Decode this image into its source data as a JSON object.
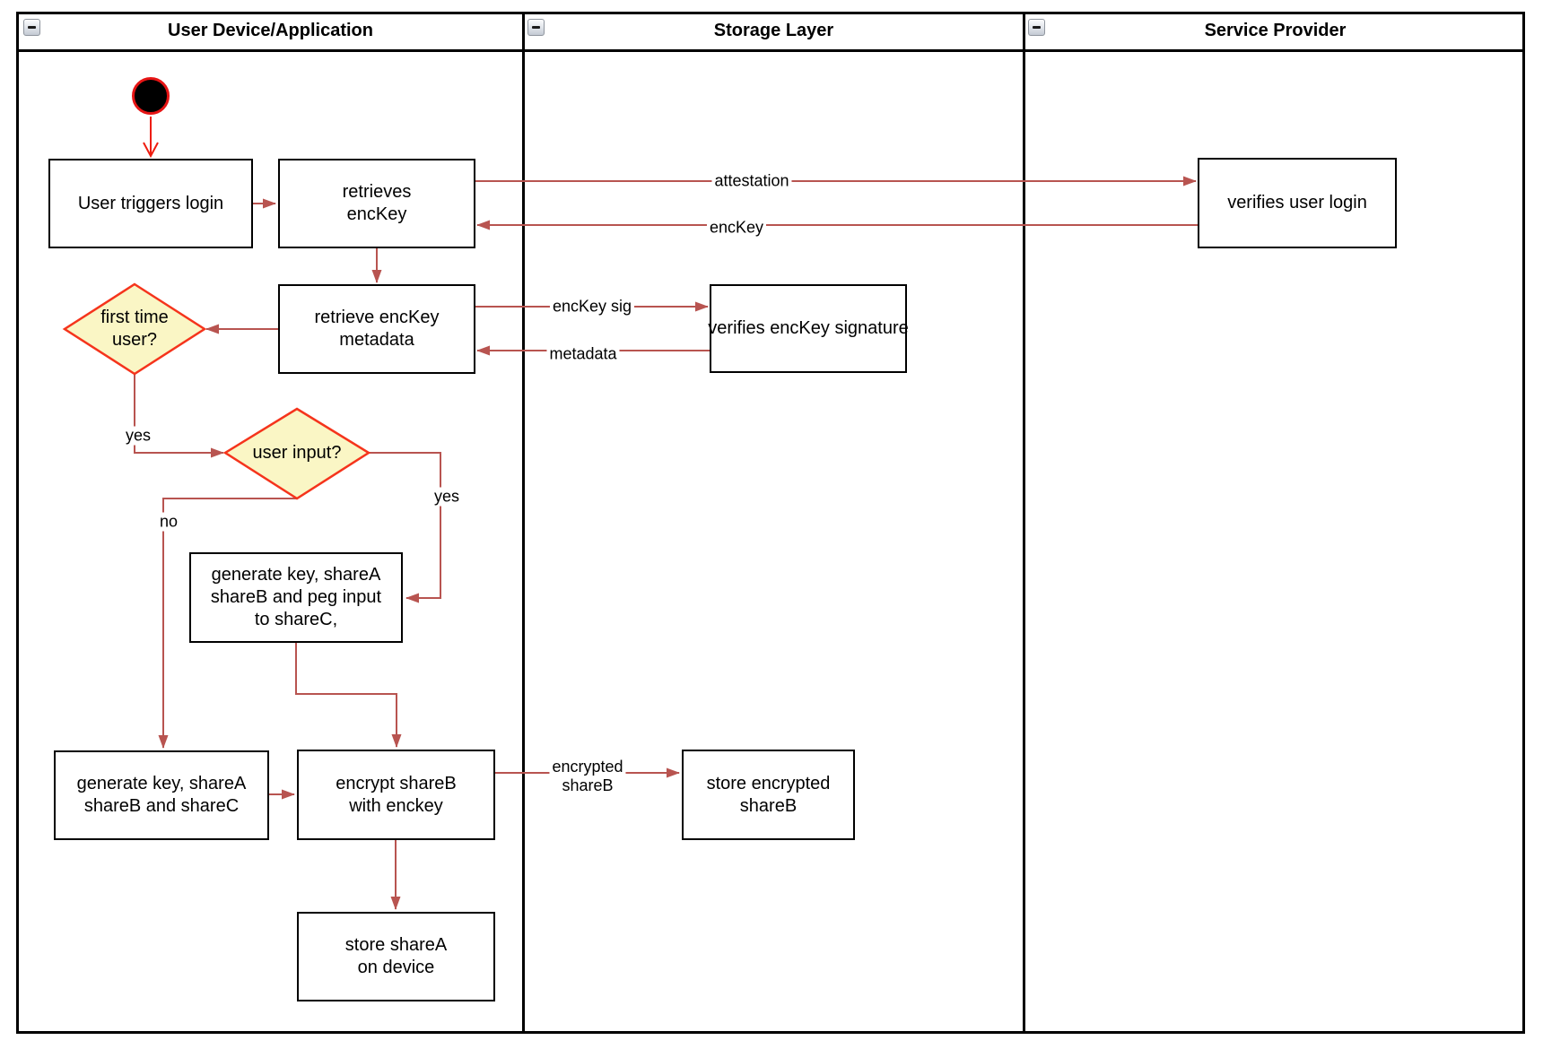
{
  "lanes": [
    {
      "title": "User Device/Application"
    },
    {
      "title": "Storage Layer"
    },
    {
      "title": "Service Provider"
    }
  ],
  "nodes": {
    "user_triggers_login": "User triggers login",
    "retrieves_enckey": "retrieves\nencKey",
    "verifies_user_login": "verifies user login",
    "retrieve_enckey_metadata": "retrieve encKey\nmetadata",
    "verifies_enckey_signature": "verifies encKey signature",
    "first_time_user": "first time\nuser?",
    "user_input": "user input?",
    "generate_key_peg_input": "generate key, shareA\nshareB and peg input\nto shareC,",
    "generate_key_sharec": "generate key, shareA\nshareB and shareC",
    "encrypt_shareb": "encrypt shareB\nwith enckey",
    "store_encrypted_shareb": "store encrypted\nshareB",
    "store_sharea": "store shareA\non device"
  },
  "edge_labels": {
    "attestation": "attestation",
    "enckey": "encKey",
    "enckey_sig": "encKey sig",
    "metadata": "metadata",
    "yes_first_time": "yes",
    "yes_user_input": "yes",
    "no_user_input": "no",
    "encrypted_shareb": "encrypted\nshareB"
  },
  "colors": {
    "edge": "#b85450",
    "node_border": "#000000",
    "node_fill": "#ffffff",
    "decision_fill": "#faf6c5",
    "decision_border": "#f5341c",
    "start_fill": "#000000",
    "start_border": "#e61414",
    "start_arrow": "#ee1c0f"
  }
}
